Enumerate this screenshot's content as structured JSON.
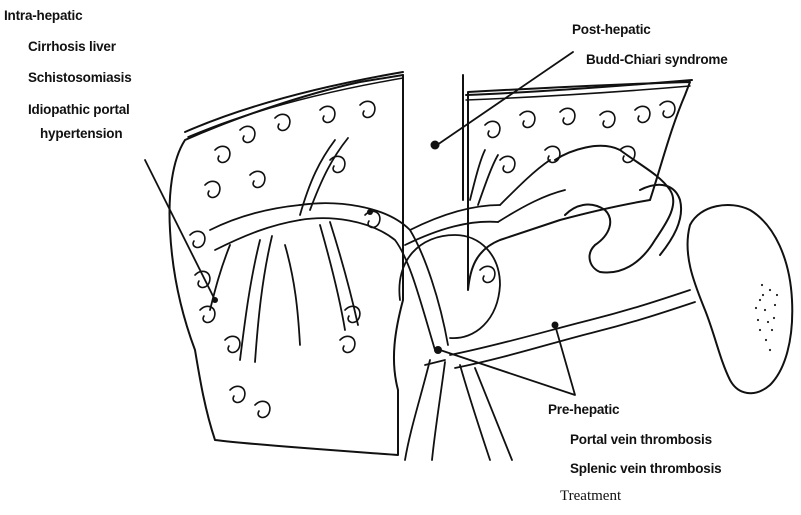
{
  "labels": {
    "intra_heading": "Intra-hepatic",
    "intra_items": [
      "Cirrhosis liver",
      "Schistosomiasis",
      "Idiopathic portal",
      "hypertension"
    ],
    "post_heading": "Post-hepatic",
    "post_items": [
      "Budd-Chiari syndrome"
    ],
    "pre_heading": "Pre-hepatic",
    "pre_items": [
      "Portal vein thrombosis",
      "Splenic vein thrombosis"
    ]
  },
  "caption": "Treatment",
  "colors": {
    "ink": "#111111",
    "background": "#ffffff"
  }
}
